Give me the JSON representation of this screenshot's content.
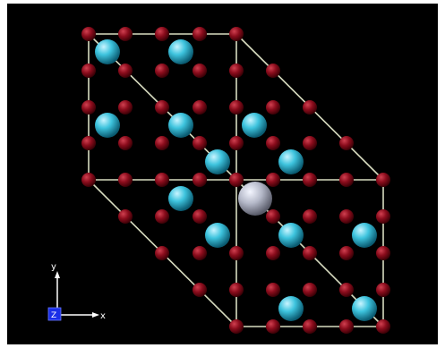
{
  "structure": {
    "background": "#000000",
    "edge_color": "#d8dcc0",
    "atoms": [
      {
        "species": "oxygen",
        "color": "#8a0c1c"
      },
      {
        "species": "titanium",
        "color": "#3ec4de"
      },
      {
        "species": "center",
        "color": "#b4b8c8"
      }
    ]
  },
  "axes": {
    "y_label": "y",
    "x_label": "x",
    "z_label": "Z",
    "z_box_color": "#1a2ee8"
  }
}
